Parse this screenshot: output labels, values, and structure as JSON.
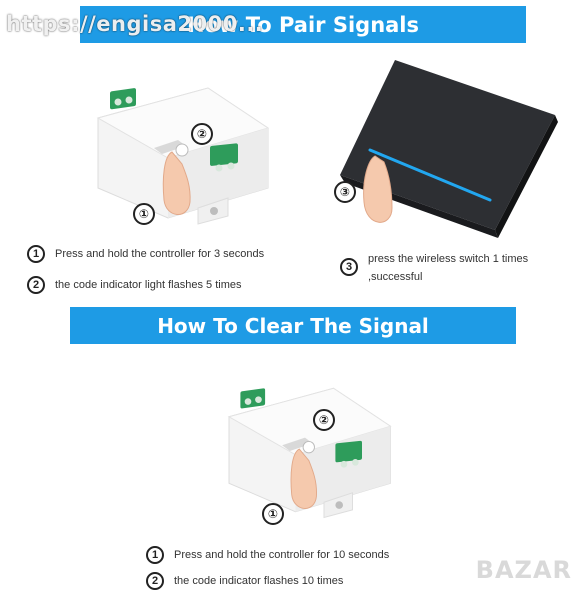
{
  "watermark": {
    "text": "https://engisa2000..."
  },
  "pair": {
    "title": "How To Pair Signals",
    "badges": [
      "①",
      "②",
      "③"
    ],
    "steps": [
      {
        "num": "1",
        "text": "Press and hold the controller for 3 seconds"
      },
      {
        "num": "2",
        "text": "the code indicator light flashes 5 times"
      },
      {
        "num": "3",
        "line1": "press the wireless switch 1 times",
        "line2": ",successful"
      }
    ]
  },
  "clear": {
    "title": "How To Clear The Signal",
    "steps": [
      {
        "num": "1",
        "text": "Press and hold the controller for 10 seconds"
      },
      {
        "num": "2",
        "text": "the code indicator flashes 10 times"
      }
    ]
  },
  "brand": {
    "text": "BAZAR"
  },
  "colors": {
    "banner": "#1e9be5",
    "terminal": "#2e9c5b",
    "switch_panel": "#2d2f33",
    "indicator": "#22a7f0"
  }
}
